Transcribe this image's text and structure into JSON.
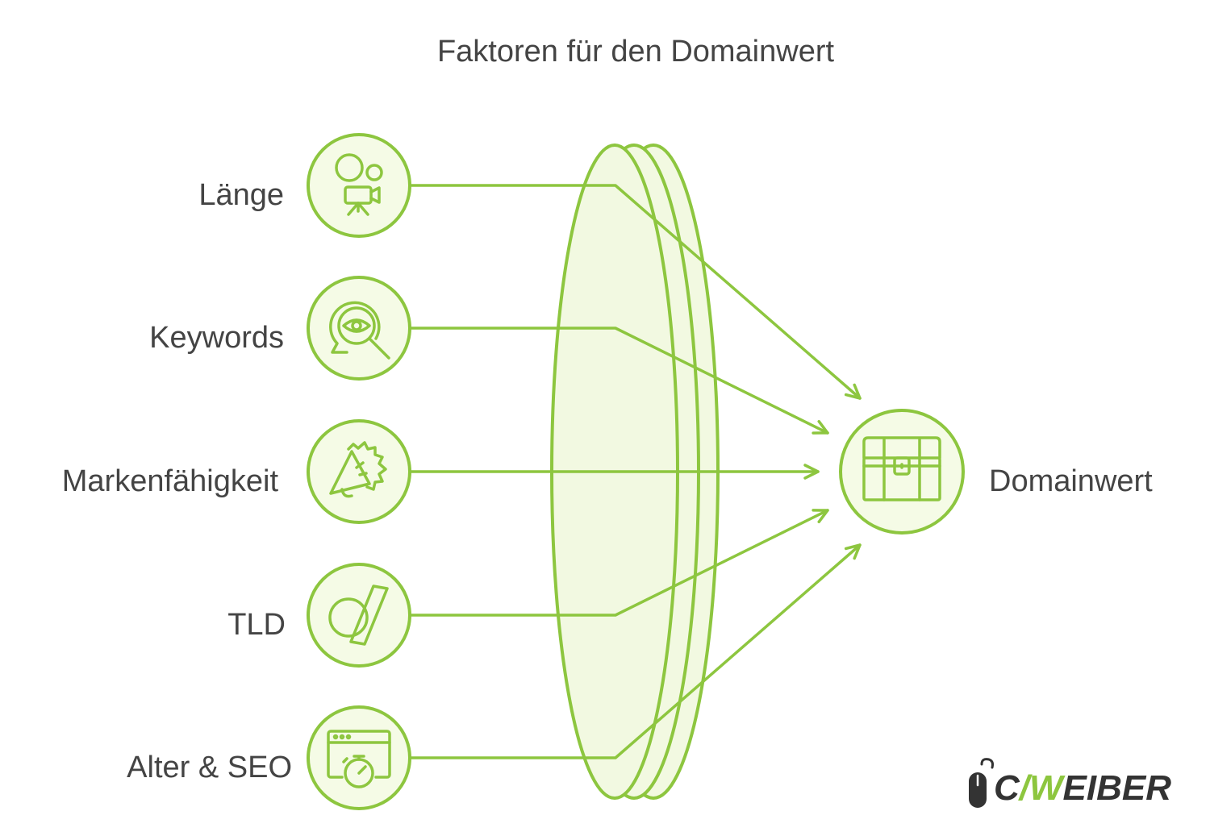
{
  "title": "Faktoren für den Domainwert",
  "colors": {
    "accent": "#8dc63f",
    "fill": "#f5fbe6",
    "text": "#444444"
  },
  "factors": [
    {
      "label": "Länge",
      "icon": "camera-tripod-icon"
    },
    {
      "label": "Keywords",
      "icon": "eye-magnifier-icon"
    },
    {
      "label": "Markenfähigkeit",
      "icon": "megaphone-badge-icon"
    },
    {
      "label": "TLD",
      "icon": "circle-slash-icon"
    },
    {
      "label": "Alter & SEO",
      "icon": "browser-stopwatch-icon"
    }
  ],
  "target": {
    "label": "Domainwert",
    "icon": "treasure-chest-icon"
  },
  "brand": {
    "prefix": "C",
    "slash": "/",
    "accent_letter": "W",
    "suffix": "EIBER",
    "icon": "mouse-icon"
  }
}
